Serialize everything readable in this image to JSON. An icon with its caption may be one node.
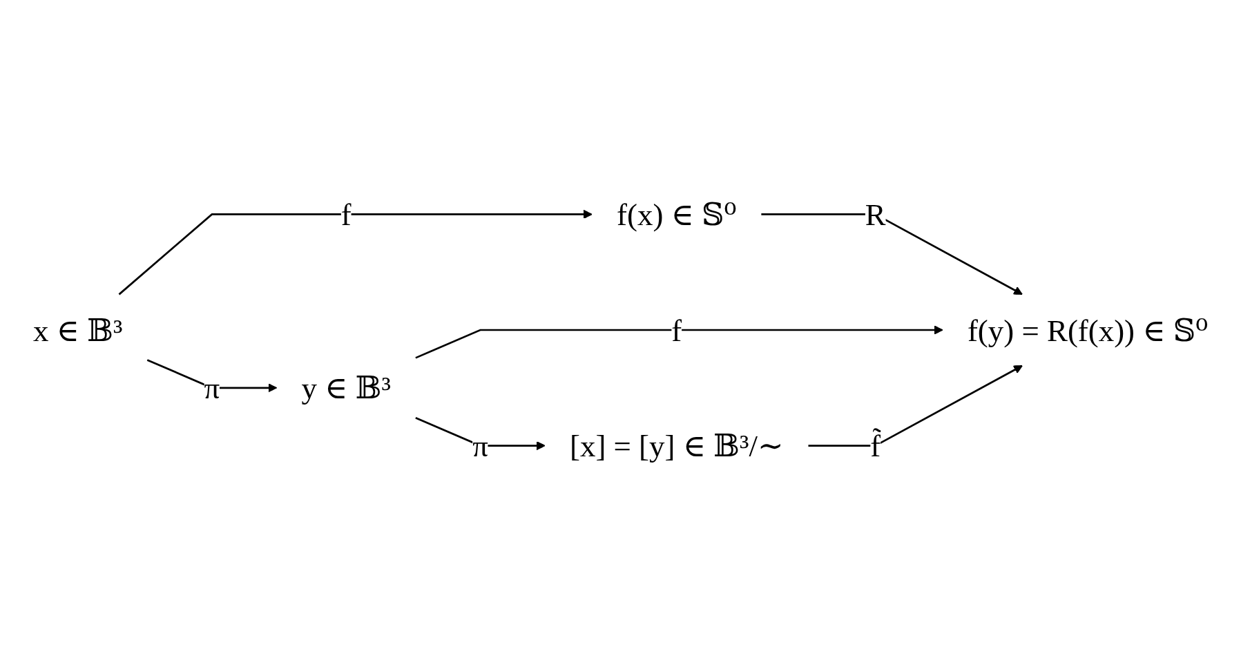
{
  "diagram": {
    "nodes": [
      {
        "text": [
          "x ∈ 𝔹³"
        ]
      },
      {
        "text": [
          "f(x) ∈ 𝕊⁰"
        ]
      },
      {
        "text": [
          "y ∈ 𝔹³"
        ]
      },
      {
        "text": [
          "f(y) = R(f(x)) ∈ 𝕊⁰"
        ]
      },
      {
        "text": [
          "[x] = [y] ∈ 𝔹³/∼"
        ]
      }
    ],
    "edges": [
      {
        "from": 0,
        "to": 1,
        "label": "f",
        "arrow": "to"
      },
      {
        "from": 0,
        "to": 2,
        "label": "π",
        "arrow": "to"
      },
      {
        "from": 1,
        "to": 3,
        "label": "R",
        "arrow": "to"
      },
      {
        "from": 2,
        "to": 3,
        "label": "f",
        "arrow": "to"
      },
      {
        "from": 2,
        "to": 4,
        "label": "π",
        "arrow": "to"
      },
      {
        "from": 4,
        "to": 3,
        "label": "f̃",
        "arrow": "to"
      }
    ]
  }
}
